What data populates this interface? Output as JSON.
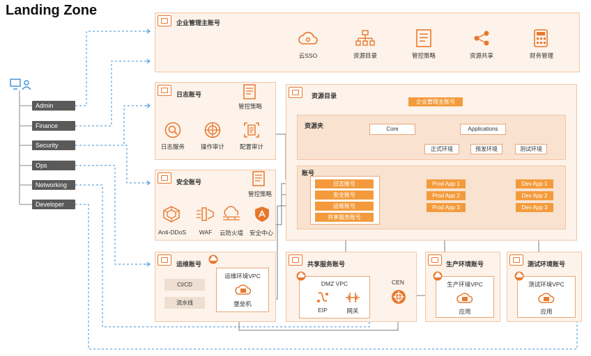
{
  "title": "Landing Zone",
  "roles": [
    "Admin",
    "Finance",
    "Security",
    "Ops",
    "Networking",
    "Developer"
  ],
  "enterprise": {
    "label": "企业管理主账号",
    "items": [
      "云SSO",
      "资源目录",
      "管控策略",
      "资源共享",
      "财务管理"
    ]
  },
  "log_account": {
    "label": "日志账号",
    "policy": "管控策略",
    "items": [
      "日志服务",
      "操作审计",
      "配置审计"
    ]
  },
  "security_account": {
    "label": "安全账号",
    "policy": "管控策略",
    "items": [
      "Anti-DDoS",
      "WAF",
      "云防火墙",
      "安全中心"
    ]
  },
  "ops_account": {
    "label": "运维账号",
    "items": [
      "CI/CD",
      "流水线"
    ],
    "vpc": "运维环境VPC",
    "bastion": "堡垒机"
  },
  "resource_dir": {
    "label": "资源目录",
    "root": "企业管理主账号",
    "folder_label": "资源夹",
    "core": "Core",
    "applications": "Applications",
    "envs": [
      "正式环境",
      "预发环境",
      "测试环境"
    ],
    "accounts_label": "账号",
    "core_accounts": [
      "日志账号",
      "安全账号",
      "运维账号",
      "共享服务账号"
    ],
    "prod_apps": [
      "Prod App 1",
      "Prod App 2",
      "Prod App 3"
    ],
    "dev_apps": [
      "Dev App 1",
      "Dev App 2",
      "Dev App 3"
    ]
  },
  "shared_account": {
    "label": "共享服务账号",
    "vpc": "DMZ VPC",
    "eip": "EIP",
    "gateway": "网关",
    "cen": "CEN"
  },
  "prod_account": {
    "label": "生产环境账号",
    "vpc": "生产环境VPC",
    "app": "应用"
  },
  "test_account": {
    "label": "测试环境账号",
    "vpc": "测试环境VPC",
    "app": "应用"
  },
  "colors": {
    "accent": "#e8782e",
    "button": "#f39b3c",
    "link": "#3b8fd6",
    "role": "#5a5a5a"
  }
}
